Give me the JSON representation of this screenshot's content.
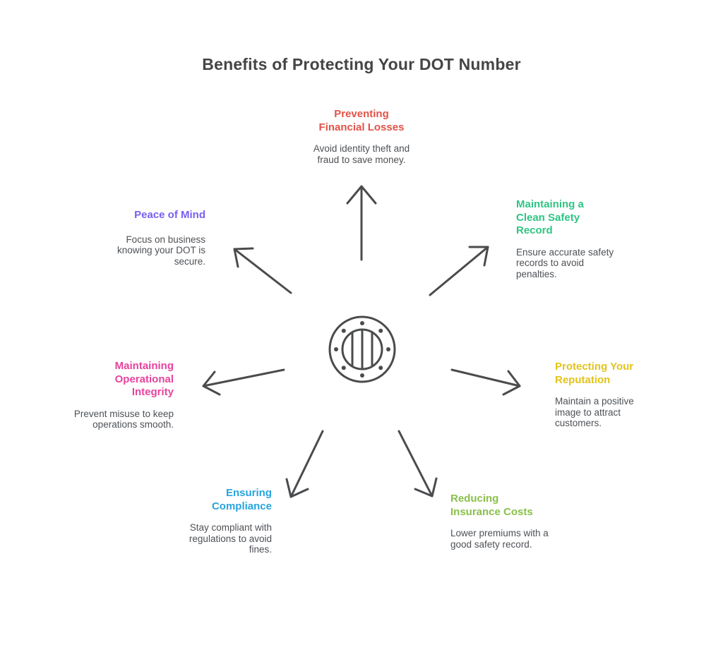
{
  "page": {
    "title": "Benefits of Protecting Your DOT Number"
  },
  "center": {
    "icon": "porthole-dot-number-icon"
  },
  "nodes": [
    {
      "id": "preventing-financial-losses",
      "position": "top",
      "title": "Preventing\nFinancial Losses",
      "description": "Avoid identity theft and\nfraud to save money.",
      "color": "#e15349"
    },
    {
      "id": "maintaining-clean-safety-record",
      "position": "upper-right",
      "title": "Maintaining a\nClean Safety\nRecord",
      "description": "Ensure accurate safety\nrecords to avoid\npenalties.",
      "color": "#2ec584"
    },
    {
      "id": "protecting-your-reputation",
      "position": "right",
      "title": "Protecting Your\nReputation",
      "description": "Maintain a positive\nimage to attract\ncustomers.",
      "color": "#e2c31c"
    },
    {
      "id": "reducing-insurance-costs",
      "position": "lower-right",
      "title": "Reducing\nInsurance Costs",
      "description": "Lower premiums with a\ngood safety record.",
      "color": "#8ac04b"
    },
    {
      "id": "ensuring-compliance",
      "position": "lower-left",
      "title": "Ensuring\nCompliance",
      "description": "Stay compliant with\nregulations to avoid\nfines.",
      "color": "#28a4de"
    },
    {
      "id": "maintaining-operational-integrity",
      "position": "left",
      "title": "Maintaining\nOperational\nIntegrity",
      "description": "Prevent misuse to keep\noperations smooth.",
      "color": "#e7439d"
    },
    {
      "id": "peace-of-mind",
      "position": "upper-left",
      "title": "Peace of Mind",
      "description": "Focus on business\nknowing your DOT is\nsecure.",
      "color": "#7a5ef2"
    }
  ],
  "style": {
    "heading_text_color": "#454545",
    "body_text_color": "#4d5156",
    "line_color": "#4a4b4d"
  }
}
